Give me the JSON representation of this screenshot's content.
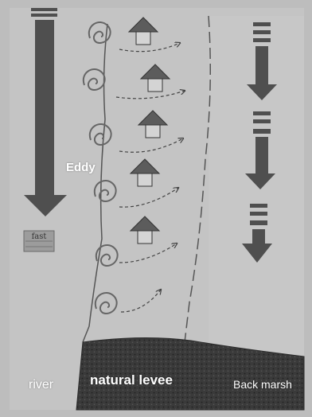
{
  "diagram": {
    "labels": {
      "eddy": "Eddy",
      "river": "river",
      "natural_levee": "natural levee",
      "back_marsh": "Back marsh",
      "fast": "fast"
    },
    "colors": {
      "paper": "#bdbdbd",
      "paper_light": "#c9c9c9",
      "arrow_dark": "#4f4f4f",
      "levee_soil": "#3a3a3a",
      "house_roof": "#5c5c5c",
      "house_wall": "#d4d4d4",
      "label_text": "#ffffff"
    },
    "icons": [
      "big-down-arrow-icon",
      "eddy-spiral-icon",
      "house-arrow-icon",
      "dashed-flow-arrow-icon",
      "striped-down-arrow-icon"
    ]
  }
}
